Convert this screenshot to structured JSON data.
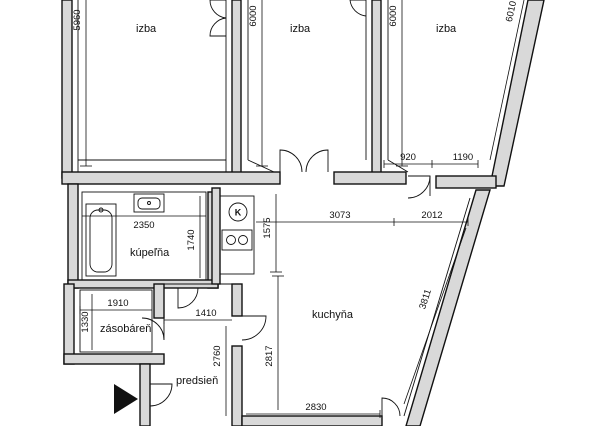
{
  "rooms": {
    "izba_1": "izba",
    "izba_2": "izba",
    "izba_3": "izba",
    "kupelna": "kúpeľňa",
    "zasobaren": "zásobáreň",
    "kuchyna": "kuchyňa",
    "predsien": "predsieň"
  },
  "dimensions": {
    "izba1_height": "5960",
    "izba2_height": "6000",
    "izba3_height": "6000",
    "diagonal_top": "6010",
    "corridor_920": "920",
    "corridor_1190": "1190",
    "bath_width": "2350",
    "bath_height": "1740",
    "kitchen_nook": "1575",
    "kitchen_top_left": "3073",
    "kitchen_top_right": "2012",
    "kitchen_diagonal": "3811",
    "pantry_width": "1910",
    "pantry_height": "1330",
    "hall_width": "1410",
    "hall_height": "2760",
    "kitchen_height": "2817",
    "kitchen_bottom": "2830"
  },
  "symbols": {
    "stove": "K"
  }
}
